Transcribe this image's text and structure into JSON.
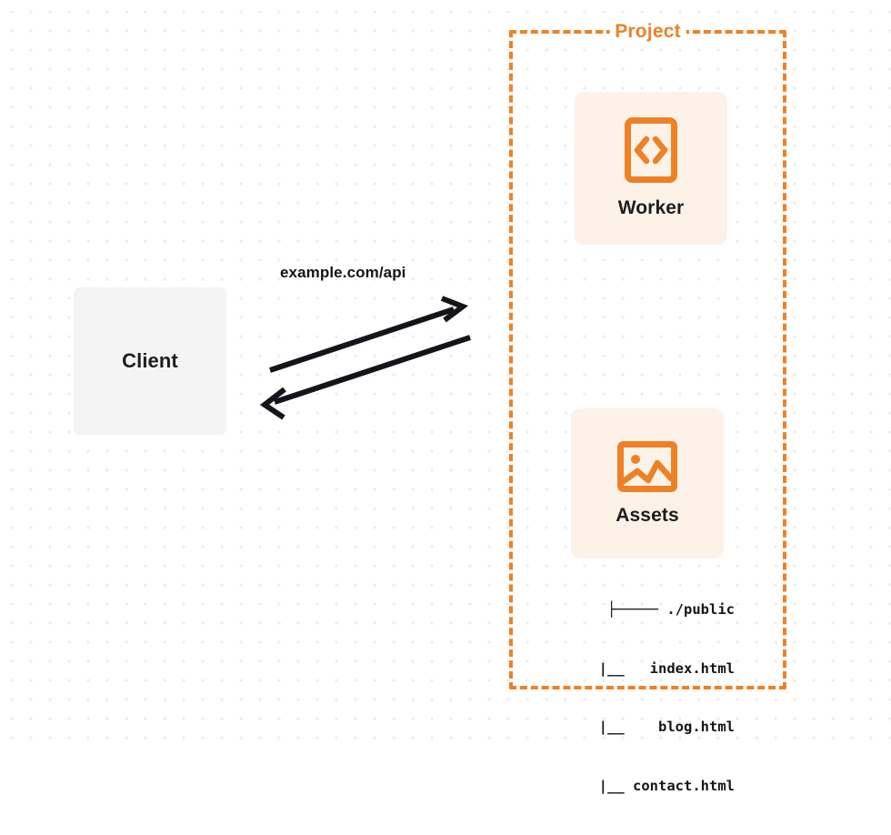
{
  "diagram": {
    "title": "Project architecture diagram",
    "background": "dot-grid",
    "colors": {
      "orange": "#ee8126",
      "card_background": "#fdf2e8",
      "client_background": "#f4f4f5",
      "text": "#1d1d1f",
      "arrow": "#15141a",
      "dot_grid": "#ececed"
    }
  },
  "client": {
    "label": "Client"
  },
  "connection": {
    "label": "example.com/api",
    "direction": "bidirectional",
    "arrow_out_name": "request-arrow",
    "arrow_in_name": "response-arrow"
  },
  "project": {
    "title": "Project",
    "cards": [
      {
        "id": "worker",
        "label": "Worker",
        "icon": "code-brackets-icon"
      },
      {
        "id": "assets",
        "label": "Assets",
        "icon": "image-icon"
      }
    ],
    "file_tree": {
      "rows": [
        "├───── ./public",
        "    |__   index.html",
        "    |__    blog.html",
        "    |__ contact.html"
      ]
    }
  }
}
